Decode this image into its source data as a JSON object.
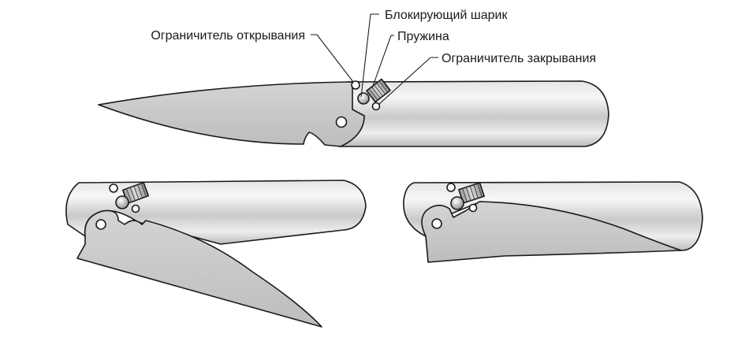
{
  "labels": {
    "ball": "Блокирующий шарик",
    "spring": "Пружина",
    "open_stop": "Ограничитель открывания",
    "close_stop": "Ограничитель закрывания"
  },
  "colors": {
    "outline": "#1a1a1a",
    "handle_light": "#f2f2f2",
    "handle_mid": "#c6c6c6",
    "blade": "#c9c9c9"
  }
}
